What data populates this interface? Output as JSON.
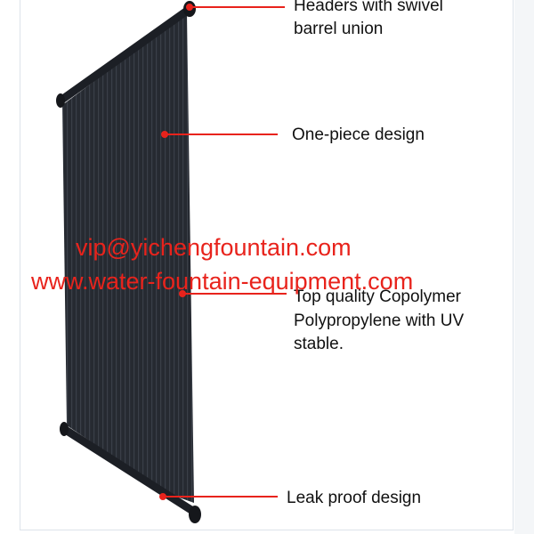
{
  "callouts": {
    "headers": [
      "Headers with swivel",
      "barrel union"
    ],
    "one_piece": "One-piece design",
    "material": [
      "Top quality Copolymer",
      "Polypropylene with UV",
      "stable."
    ],
    "leak_proof": "Leak proof design"
  },
  "watermark": {
    "email": "vip@yichengfountain.com",
    "website": "www.water-fountain-equipment.com"
  },
  "colors": {
    "callout_line": "#e8231c",
    "panel": "#23262d",
    "watermark": "#e8231c"
  }
}
